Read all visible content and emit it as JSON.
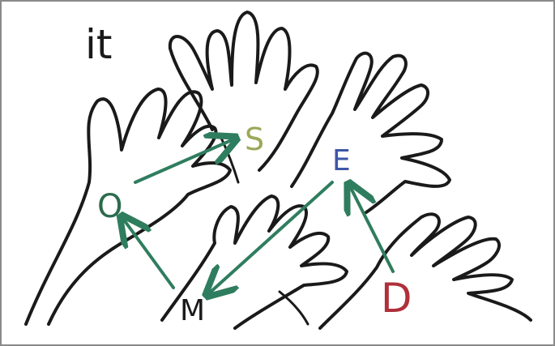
{
  "drawing": {
    "title_text": "it",
    "letters": {
      "s": "S",
      "o": "O",
      "e": "E",
      "m": "M",
      "d": "D"
    },
    "colors": {
      "outline": "#1a1a1a",
      "arrow": "#2f7d5f",
      "s": "#9aa85a",
      "o": "#2b6b4d",
      "e": "#3d56a8",
      "m": "#1a1a1a",
      "d": "#b0303a",
      "frame": "#8a8a8a"
    }
  }
}
